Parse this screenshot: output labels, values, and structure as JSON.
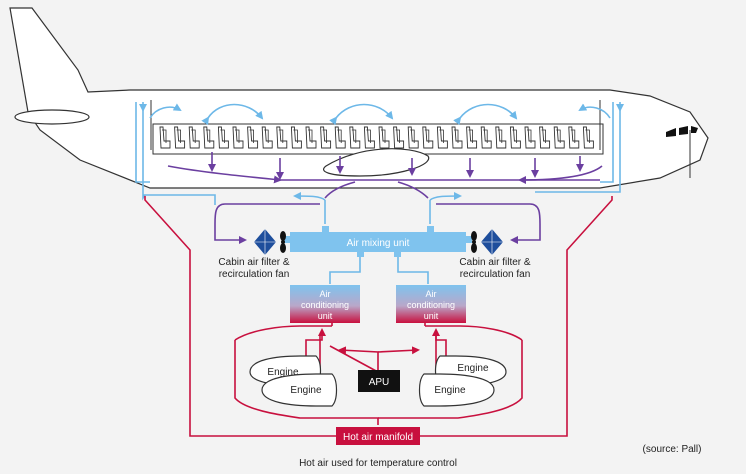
{
  "labels": {
    "air_mixing_unit": "Air mixing unit",
    "filter_fan_left_l1": "Cabin air filter &",
    "filter_fan_left_l2": "recirculation fan",
    "filter_fan_right_l1": "Cabin air filter &",
    "filter_fan_right_l2": "recirculation fan",
    "ac_left_l1": "Air",
    "ac_left_l2": "conditioning",
    "ac_left_l3": "unit",
    "ac_right_l1": "Air",
    "ac_right_l2": "conditioning",
    "ac_right_l3": "unit",
    "engine_left_back": "Engine",
    "engine_left_front": "Engine",
    "engine_right_back": "Engine",
    "engine_right_front": "Engine",
    "apu": "APU",
    "hot_air_manifold": "Hot air manifold",
    "caption": "Hot air used for temperature control",
    "source": "(source: Pall)"
  },
  "colors": {
    "background": "#f3f3f3",
    "fresh_air": "#6db8e8",
    "recirculated_air": "#6b3fa0",
    "hot_air": "#c8103e",
    "filter_blue": "#1e4e9c",
    "outline": "#333333",
    "apu_fill": "#111111"
  },
  "seat_rows": 30
}
